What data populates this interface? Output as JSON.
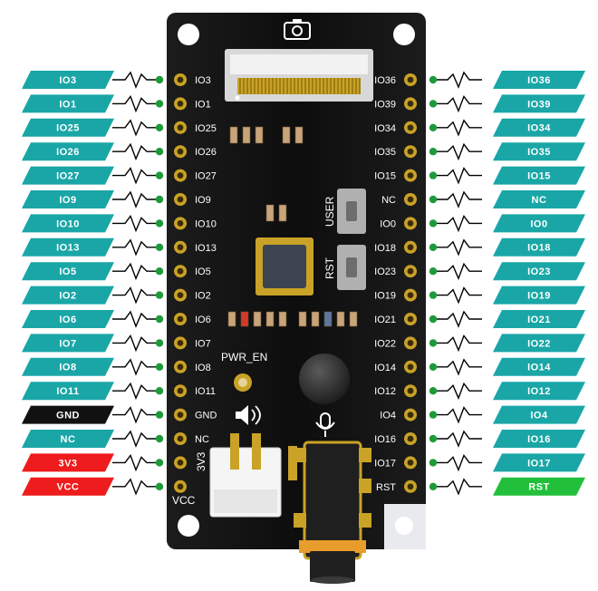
{
  "board": {
    "silkscreen": {
      "pwr_en": "PWR_EN",
      "user": "USER",
      "rst": "RST",
      "vcc": "VCC",
      "v3": "3V3"
    },
    "icons": [
      "camera-icon",
      "speaker-icon",
      "microphone-icon"
    ]
  },
  "left_pins": [
    {
      "board_label": "IO3",
      "tag": "IO3",
      "tag_color": "#1aa6a6",
      "text_color": "#ffffff"
    },
    {
      "board_label": "IO1",
      "tag": "IO1",
      "tag_color": "#1aa6a6",
      "text_color": "#ffffff"
    },
    {
      "board_label": "IO25",
      "tag": "IO25",
      "tag_color": "#1aa6a6",
      "text_color": "#ffffff"
    },
    {
      "board_label": "IO26",
      "tag": "IO26",
      "tag_color": "#1aa6a6",
      "text_color": "#ffffff"
    },
    {
      "board_label": "IO27",
      "tag": "IO27",
      "tag_color": "#1aa6a6",
      "text_color": "#ffffff"
    },
    {
      "board_label": "IO9",
      "tag": "IO9",
      "tag_color": "#1aa6a6",
      "text_color": "#ffffff"
    },
    {
      "board_label": "IO10",
      "tag": "IO10",
      "tag_color": "#1aa6a6",
      "text_color": "#ffffff"
    },
    {
      "board_label": "IO13",
      "tag": "IO13",
      "tag_color": "#1aa6a6",
      "text_color": "#ffffff"
    },
    {
      "board_label": "IO5",
      "tag": "IO5",
      "tag_color": "#1aa6a6",
      "text_color": "#ffffff"
    },
    {
      "board_label": "IO2",
      "tag": "IO2",
      "tag_color": "#1aa6a6",
      "text_color": "#ffffff"
    },
    {
      "board_label": "IO6",
      "tag": "IO6",
      "tag_color": "#1aa6a6",
      "text_color": "#ffffff"
    },
    {
      "board_label": "IO7",
      "tag": "IO7",
      "tag_color": "#1aa6a6",
      "text_color": "#ffffff"
    },
    {
      "board_label": "IO8",
      "tag": "IO8",
      "tag_color": "#1aa6a6",
      "text_color": "#ffffff"
    },
    {
      "board_label": "IO11",
      "tag": "IO11",
      "tag_color": "#1aa6a6",
      "text_color": "#ffffff"
    },
    {
      "board_label": "GND",
      "tag": "GND",
      "tag_color": "#111111",
      "text_color": "#ffffff"
    },
    {
      "board_label": "NC",
      "tag": "NC",
      "tag_color": "#1aa6a6",
      "text_color": "#ffffff"
    },
    {
      "board_label": "",
      "tag": "3V3",
      "tag_color": "#ee1c1c",
      "text_color": "#ffffff"
    },
    {
      "board_label": "",
      "tag": "VCC",
      "tag_color": "#ee1c1c",
      "text_color": "#ffffff"
    }
  ],
  "right_pins": [
    {
      "board_label": "IO36",
      "tag": "IO36",
      "tag_color": "#1aa6a6",
      "text_color": "#ffffff"
    },
    {
      "board_label": "IO39",
      "tag": "IO39",
      "tag_color": "#1aa6a6",
      "text_color": "#ffffff"
    },
    {
      "board_label": "IO34",
      "tag": "IO34",
      "tag_color": "#1aa6a6",
      "text_color": "#ffffff"
    },
    {
      "board_label": "IO35",
      "tag": "IO35",
      "tag_color": "#1aa6a6",
      "text_color": "#ffffff"
    },
    {
      "board_label": "IO15",
      "tag": "IO15",
      "tag_color": "#1aa6a6",
      "text_color": "#ffffff"
    },
    {
      "board_label": "NC",
      "tag": "NC",
      "tag_color": "#1aa6a6",
      "text_color": "#ffffff"
    },
    {
      "board_label": "IO0",
      "tag": "IO0",
      "tag_color": "#1aa6a6",
      "text_color": "#ffffff"
    },
    {
      "board_label": "IO18",
      "tag": "IO18",
      "tag_color": "#1aa6a6",
      "text_color": "#ffffff"
    },
    {
      "board_label": "IO23",
      "tag": "IO23",
      "tag_color": "#1aa6a6",
      "text_color": "#ffffff"
    },
    {
      "board_label": "IO19",
      "tag": "IO19",
      "tag_color": "#1aa6a6",
      "text_color": "#ffffff"
    },
    {
      "board_label": "IO21",
      "tag": "IO21",
      "tag_color": "#1aa6a6",
      "text_color": "#ffffff"
    },
    {
      "board_label": "IO22",
      "tag": "IO22",
      "tag_color": "#1aa6a6",
      "text_color": "#ffffff"
    },
    {
      "board_label": "IO14",
      "tag": "IO14",
      "tag_color": "#1aa6a6",
      "text_color": "#ffffff"
    },
    {
      "board_label": "IO12",
      "tag": "IO12",
      "tag_color": "#1aa6a6",
      "text_color": "#ffffff"
    },
    {
      "board_label": "IO4",
      "tag": "IO4",
      "tag_color": "#1aa6a6",
      "text_color": "#ffffff"
    },
    {
      "board_label": "IO16",
      "tag": "IO16",
      "tag_color": "#1aa6a6",
      "text_color": "#ffffff"
    },
    {
      "board_label": "IO17",
      "tag": "IO17",
      "tag_color": "#1aa6a6",
      "text_color": "#ffffff"
    },
    {
      "board_label": "RST",
      "tag": "RST",
      "tag_color": "#22c03a",
      "text_color": "#ffffff"
    }
  ]
}
